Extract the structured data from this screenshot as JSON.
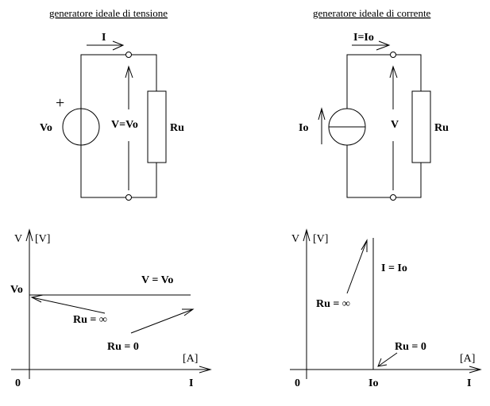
{
  "voltage_generator": {
    "title": "generatore ideale di tensione",
    "current_label": "I",
    "plus_sign": "+",
    "source_label": "Vo",
    "voltage_label": "V=Vo",
    "load_label": "Ru"
  },
  "current_generator": {
    "title": "generatore ideale di corrente",
    "current_label": "I=Io",
    "source_label": "Io",
    "voltage_label": "V",
    "load_label": "Ru"
  },
  "voltage_graph": {
    "y_axis": "V",
    "y_unit": "[V]",
    "x_axis": "I",
    "x_unit": "[A]",
    "origin": "0",
    "level_label": "Vo",
    "line_label": "V = Vo",
    "ru_inf": "Ru = ∞",
    "ru_zero": "Ru = 0"
  },
  "current_graph": {
    "y_axis": "V",
    "y_unit": "[V]",
    "x_axis": "I",
    "x_unit": "[A]",
    "origin": "0",
    "level_label": "Io",
    "line_label": "I = Io",
    "ru_inf": "Ru = ∞",
    "ru_zero": "Ru = 0"
  }
}
